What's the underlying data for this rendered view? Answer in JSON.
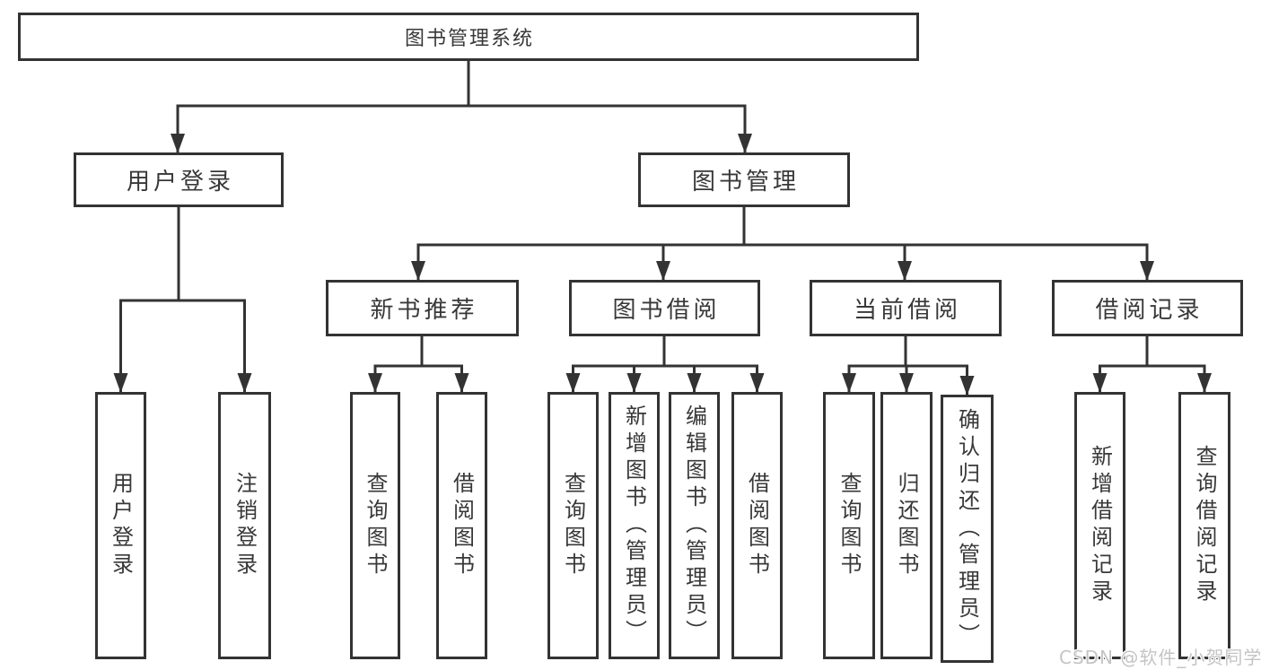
{
  "diagram": {
    "root": "图书管理系统",
    "user_login": {
      "label": "用户登录",
      "children": [
        "用户登录",
        "注销登录"
      ]
    },
    "book_management": {
      "label": "图书管理",
      "new_book_recommend": {
        "label": "新书推荐",
        "children": [
          "查询图书",
          "借阅图书"
        ]
      },
      "book_borrow": {
        "label": "图书借阅",
        "children": [
          "查询图书",
          "新增图书（管理员）",
          "编辑图书（管理员）",
          "借阅图书"
        ]
      },
      "current_borrow": {
        "label": "当前借阅",
        "children": [
          "查询图书",
          "归还图书",
          "确认归还（管理员）"
        ]
      },
      "borrow_records": {
        "label": "借阅记录",
        "children": [
          "新增借阅记录",
          "查询借阅记录"
        ]
      }
    },
    "watermark": "CSDN @软件_小贺同学",
    "colors": {
      "line": "#333333",
      "text": "#383838",
      "background": "#ffffff",
      "watermark": "#c4c4c4"
    }
  }
}
